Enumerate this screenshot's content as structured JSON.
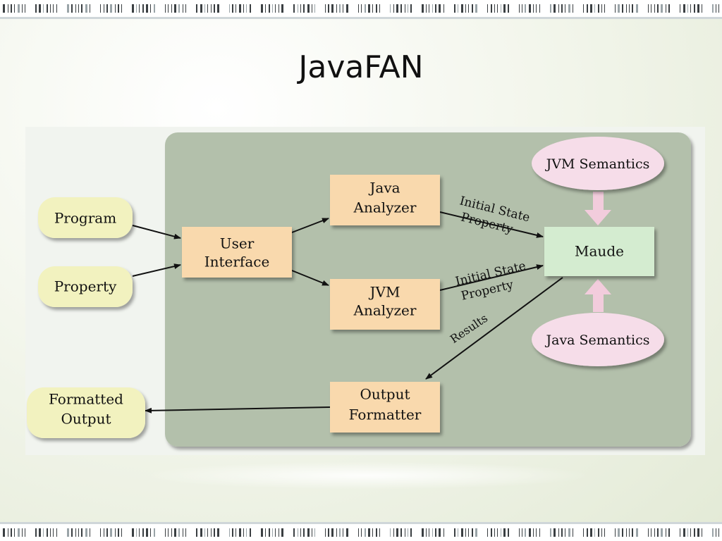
{
  "slide": {
    "title": "JavaFAN"
  },
  "nodes": {
    "program": "Program",
    "property": "Property",
    "user_interface": [
      "User",
      "Interface"
    ],
    "java_analyzer": [
      "Java",
      "Analyzer"
    ],
    "jvm_analyzer": [
      "JVM",
      "Analyzer"
    ],
    "output_formatter": [
      "Output",
      "Formatter"
    ],
    "formatted_output": [
      "Formatted",
      "Output"
    ],
    "maude": "Maude",
    "jvm_semantics": "JVM Semantics",
    "java_semantics": "Java Semantics"
  },
  "edges": {
    "java_to_maude": [
      "Initial State",
      "Property"
    ],
    "jvm_to_maude": [
      "Initial State",
      "Property"
    ],
    "results": "Results"
  },
  "colors": {
    "container": "#b3c0ab",
    "input_node": "#f2f2bf",
    "process_node": "#f9d9ad",
    "maude_node": "#d4ecd0",
    "semantics_node": "#f6dde9",
    "semantics_arrow": "#f2ccdc"
  }
}
